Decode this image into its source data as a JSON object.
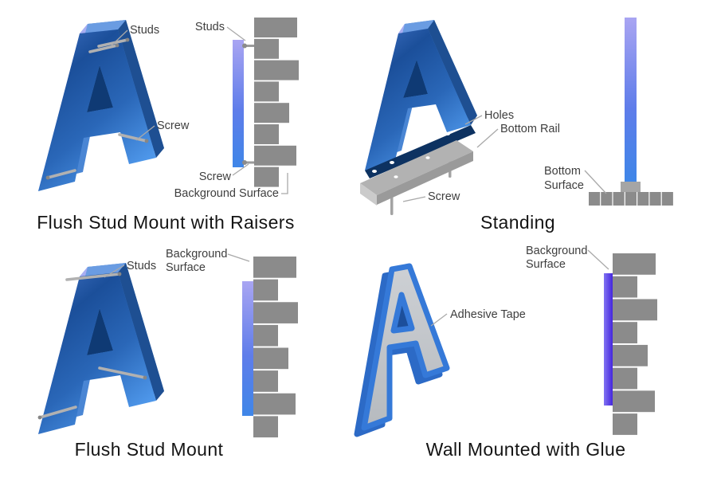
{
  "quadrants": [
    {
      "caption": "Flush Stud Mount with Raisers",
      "labels": {
        "studs": "Studs",
        "screw": "Screw",
        "side_studs": "Studs",
        "side_screw": "Screw",
        "background_surface": "Background Surface"
      }
    },
    {
      "caption": "Standing",
      "labels": {
        "holes": "Holes",
        "bottom_rail": "Bottom Rail",
        "screw": "Screw",
        "bottom": "Bottom",
        "surface": "Surface"
      }
    },
    {
      "caption": "Flush Stud Mount",
      "labels": {
        "studs": "Studs",
        "background": "Background",
        "surface": "Surface"
      }
    },
    {
      "caption": "Wall Mounted with Glue",
      "labels": {
        "adhesive_tape": "Adhesive Tape",
        "background": "Background",
        "surface": "Surface"
      }
    }
  ],
  "colors": {
    "background": "#ffffff",
    "letter_blue_dark": "#1a4f9a",
    "letter_blue_mid": "#2a67b8",
    "letter_blue_light": "#4e97ea",
    "letter_lavender_edge": "#a9aef2",
    "letter_face_gray": "#c7cacd",
    "wall_brick_gray": "#8b8b8b",
    "rail_gray": "#b2b2b2",
    "stud_gray": "#b1b1b1",
    "bar_gradient_top": "#a9a5f2",
    "bar_gradient_bottom": "#3f86e8",
    "adhesive_tape_purple": "#5b3df2",
    "label_text": "#3e3e3e",
    "caption_text": "#141414",
    "leader_line": "#a9a9a9"
  }
}
